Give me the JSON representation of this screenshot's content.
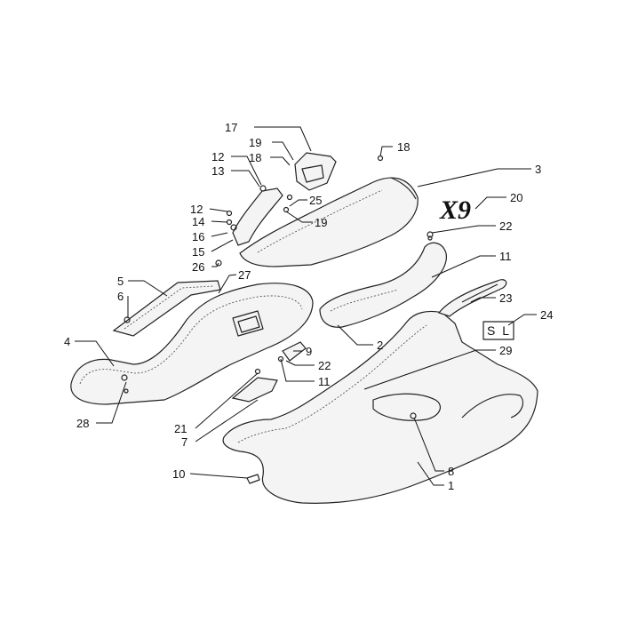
{
  "callouts": {
    "c1": "1",
    "c2": "2",
    "c3": "3",
    "c4": "4",
    "c5": "5",
    "c6": "6",
    "c7": "7",
    "c8": "8",
    "c9": "9",
    "c10": "10",
    "c11a": "11",
    "c11b": "11",
    "c12a": "12",
    "c12b": "12",
    "c13": "13",
    "c14": "14",
    "c15": "15",
    "c16": "16",
    "c17": "17",
    "c18a": "18",
    "c18b": "18",
    "c19a": "19",
    "c19b": "19",
    "c20": "20",
    "c21": "21",
    "c22a": "22",
    "c22b": "22",
    "c23": "23",
    "c24": "24",
    "c25": "25",
    "c26": "26",
    "c27": "27",
    "c28": "28",
    "c29": "29"
  },
  "decals": {
    "x9_logo": "X9",
    "sl_badge": "S L"
  }
}
